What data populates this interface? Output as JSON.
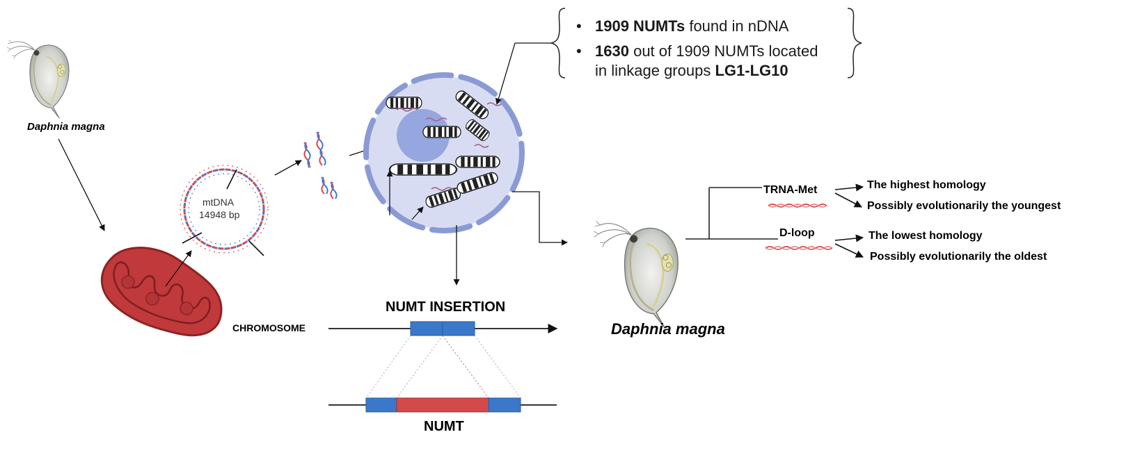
{
  "organism": {
    "top_label": "Daphnia magna",
    "bottom_label": "Daphnia magna"
  },
  "mtdna": {
    "name": "mtDNA",
    "size": "14948 bp"
  },
  "findings": {
    "bullet1_bold": "1909 NUMTs",
    "bullet1_rest": "found in nDNA",
    "bullet2_bold": "1630",
    "bullet2_rest": "out of 1909 NUMTs located",
    "bullet2_line2_prefix": "in linkage groups",
    "bullet2_line2_bold": "LG1-LG10"
  },
  "insertion": {
    "title": "NUMT INSERTION",
    "chromosome_label": "CHROMOSOME",
    "numt_label": "NUMT"
  },
  "results": {
    "trna_label": "TRNA-Met",
    "trna_line1": "The highest homology",
    "trna_line2": "Possibly evolutionarily the youngest",
    "dloop_label": "D-loop",
    "dloop_line1": "The lowest homology",
    "dloop_line2": "Possibly evolutionarily the oldest"
  },
  "colors": {
    "mito_fill": "#c0393b",
    "mito_dark": "#8e2224",
    "nucleus_fill": "#d8dcf3",
    "nucleus_border": "#8a9bd4",
    "nucleolus": "#8b9cd9",
    "numt_blue": "#3b78c9",
    "numt_red": "#d44a4a",
    "dna_red": "#d84a4a",
    "dna_blue": "#3a7bd5"
  },
  "icons": [
    "daphnia-icon",
    "mitochondrion-icon",
    "mtdna-circle-icon",
    "nucleus-icon",
    "chromosome-icon",
    "dna-fragment-icon"
  ]
}
